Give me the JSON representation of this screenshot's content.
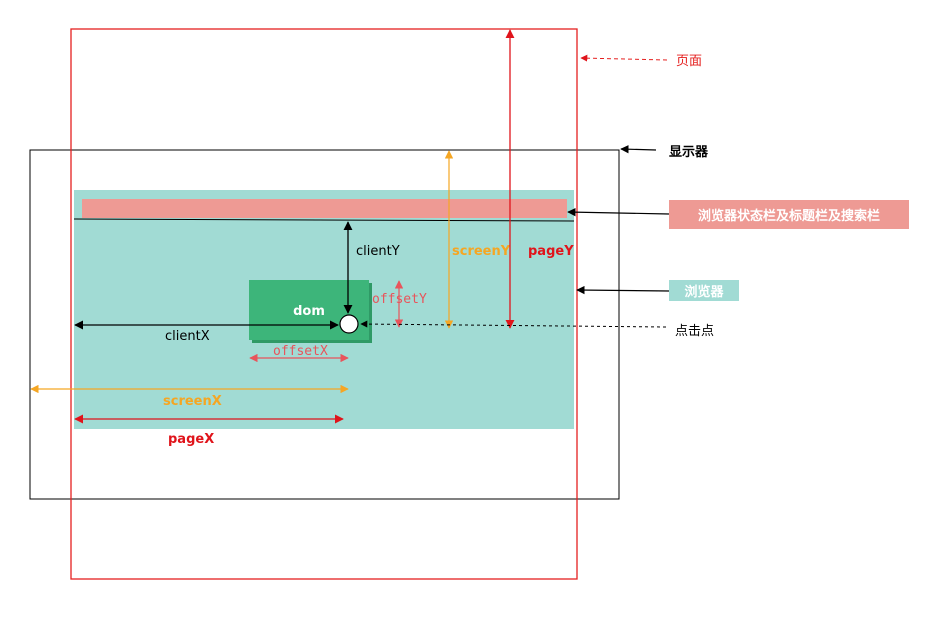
{
  "colors": {
    "page_border": "#e5201f",
    "screen_border": "#000000",
    "browser_fill": "#a1dbd4",
    "statusbar_fill": "#ee9a94",
    "dom_fill": "#3db57a",
    "screen_color": "#f5a623",
    "offset_color": "#e8545b",
    "page_color": "#e0141b",
    "client_color": "#000000"
  },
  "labels": {
    "page": "页面",
    "monitor": "显示器",
    "statusbar": "浏览器状态栏及标题栏及搜索栏",
    "browser": "浏览器",
    "click_point": "点击点",
    "dom": "dom",
    "clientY": "clientY",
    "clientX": "clientX",
    "screenY": "screenY",
    "screenX": "screenX",
    "pageY": "pageY",
    "pageX": "pageX",
    "offsetY": "offsetY",
    "offsetX": "offsetX"
  }
}
